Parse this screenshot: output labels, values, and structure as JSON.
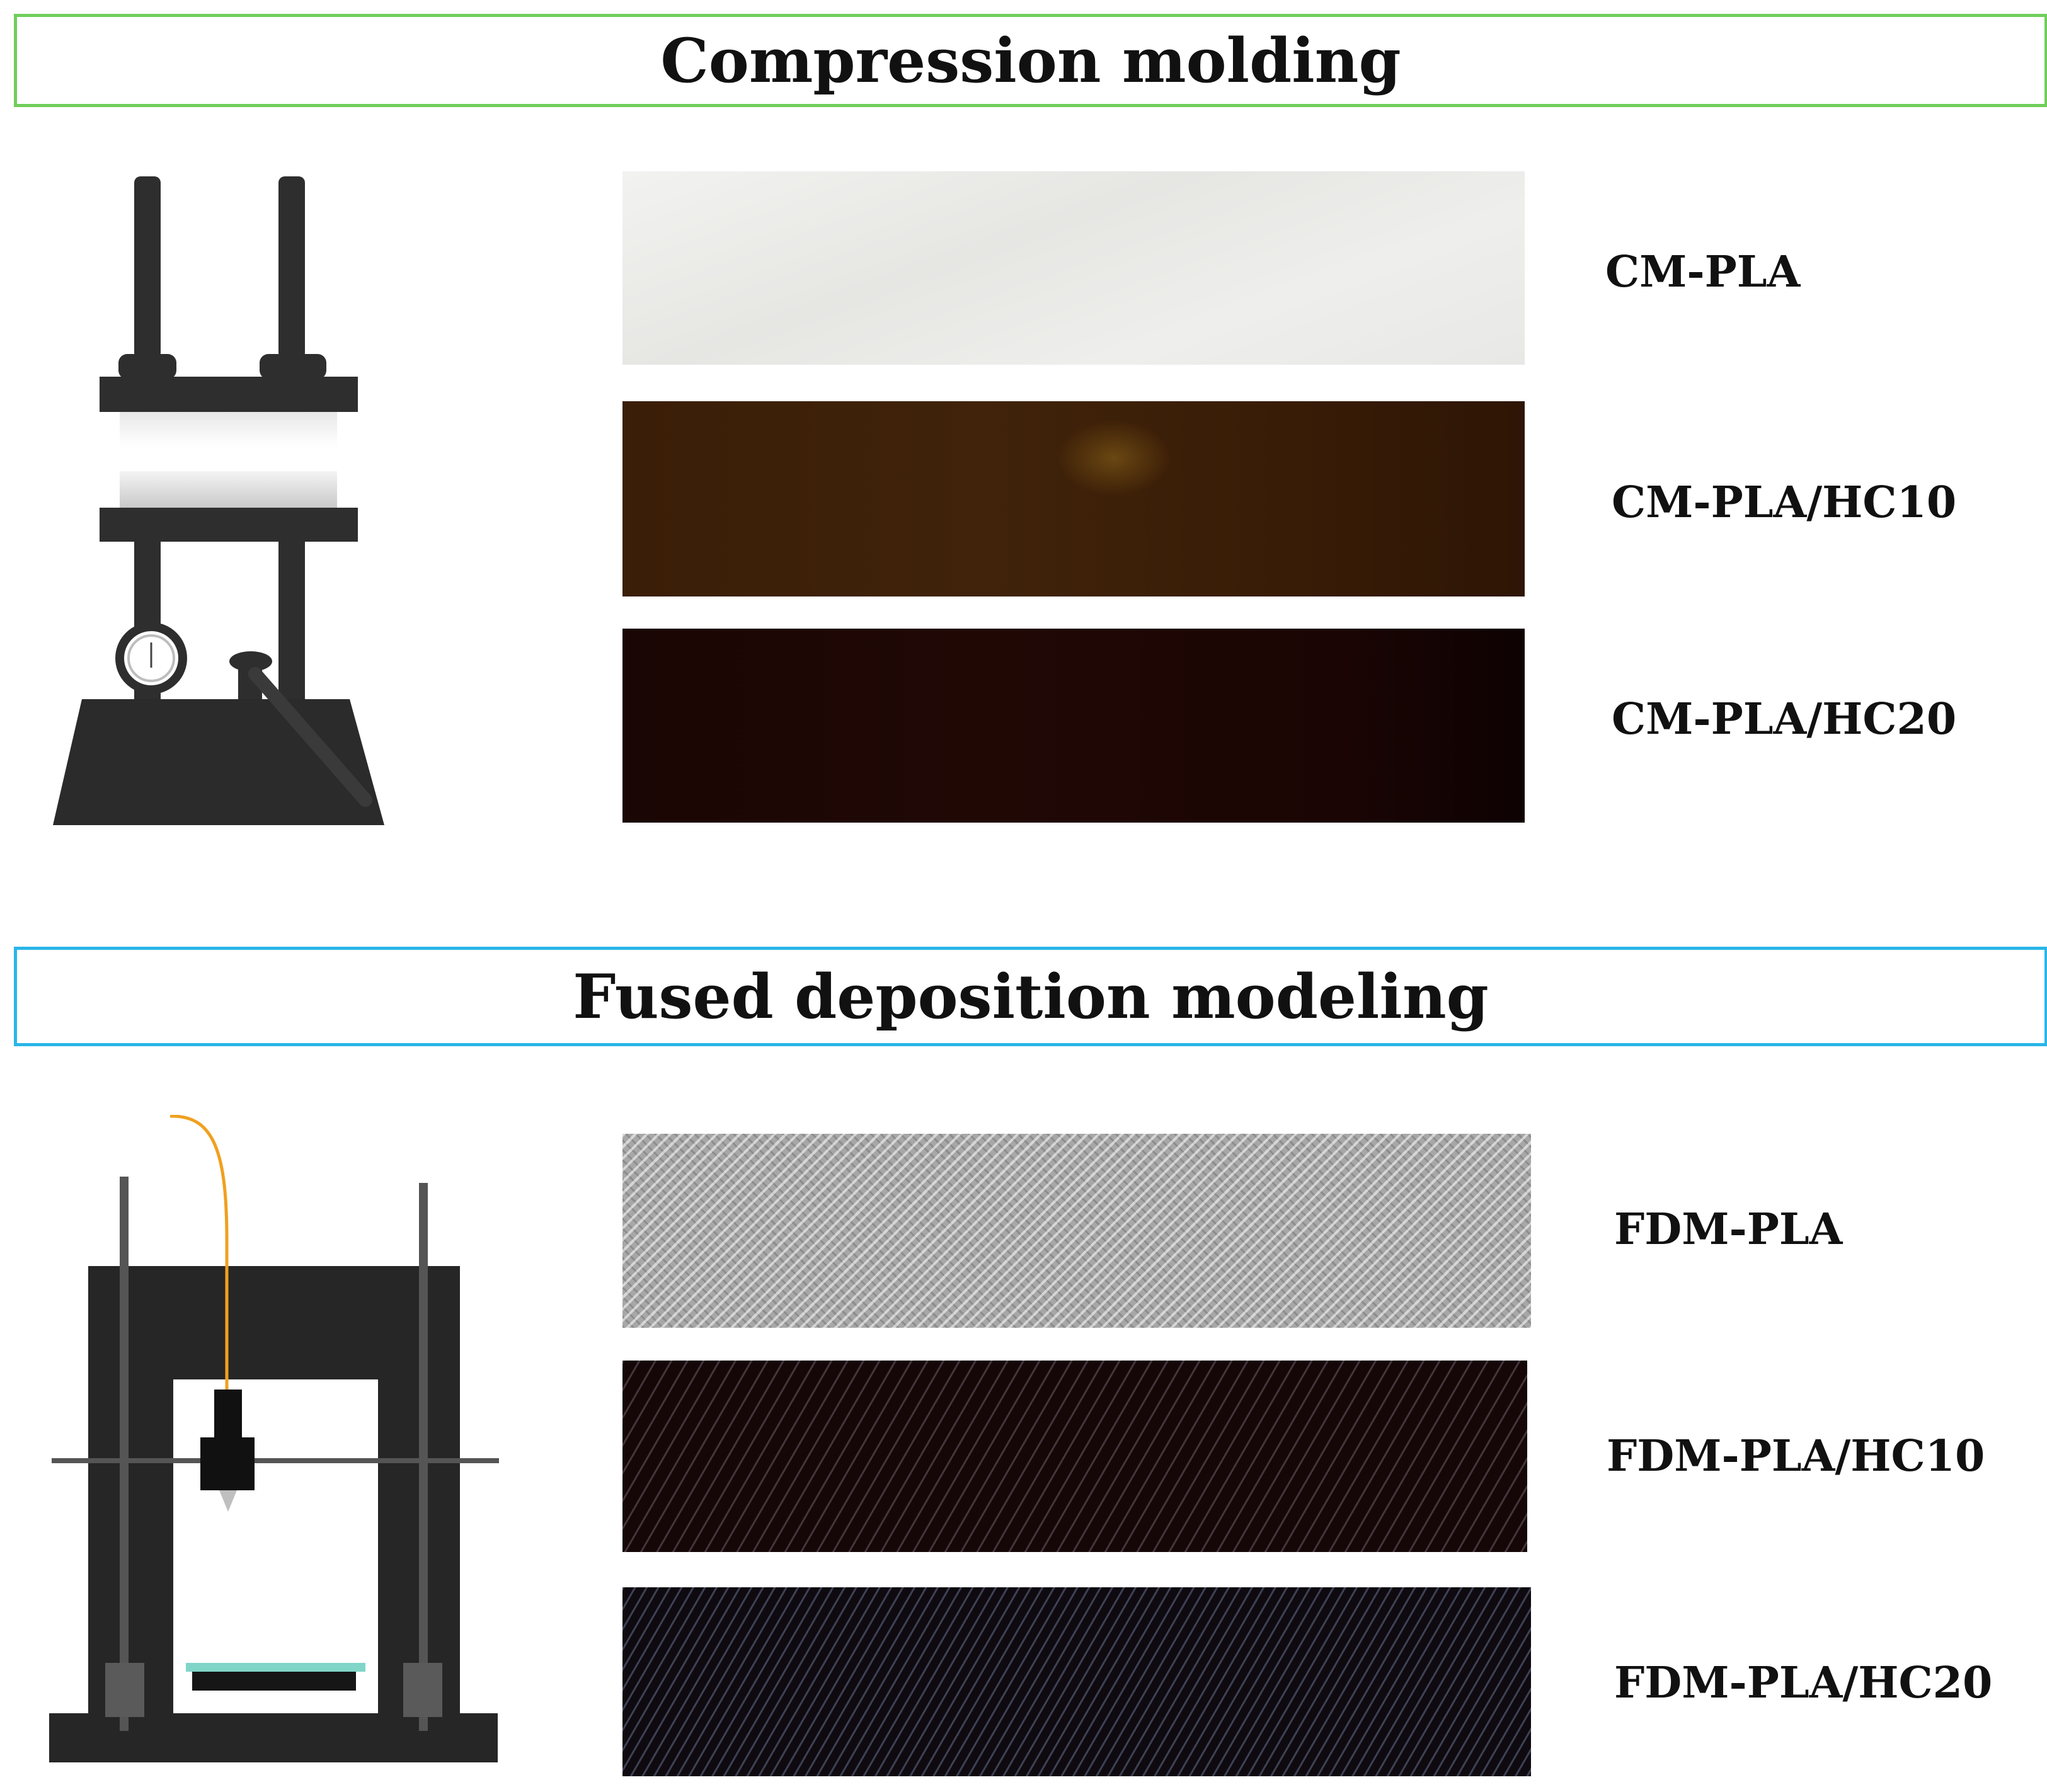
{
  "sections": [
    {
      "title": "Compression molding",
      "accent": "#6fce5a",
      "samples": [
        {
          "label": "CM-PLA",
          "color": "#ececea",
          "texture": "plain"
        },
        {
          "label": "CM-PLA/HC10",
          "color": "#3a1d06",
          "texture": "plain"
        },
        {
          "label": "CM-PLA/HC20",
          "color": "#180504",
          "texture": "plain"
        }
      ]
    },
    {
      "title": "Fused deposition modeling",
      "accent": "#29b6e8",
      "samples": [
        {
          "label": "FDM-PLA",
          "color": "#a9a9a9",
          "texture": "hatched-light"
        },
        {
          "label": "FDM-PLA/HC10",
          "color": "#160808",
          "texture": "hatched-dark"
        },
        {
          "label": "FDM-PLA/HC20",
          "color": "#0f0a10",
          "texture": "hatched-dark"
        }
      ]
    }
  ],
  "illustrations": {
    "press": {
      "icon": "hydraulic-press-icon",
      "body_color": "#2e2e2e"
    },
    "printer": {
      "icon": "3d-printer-icon",
      "body_color": "#262626",
      "filament_color": "#f0a020",
      "bed_color": "#7fd6c8"
    }
  }
}
